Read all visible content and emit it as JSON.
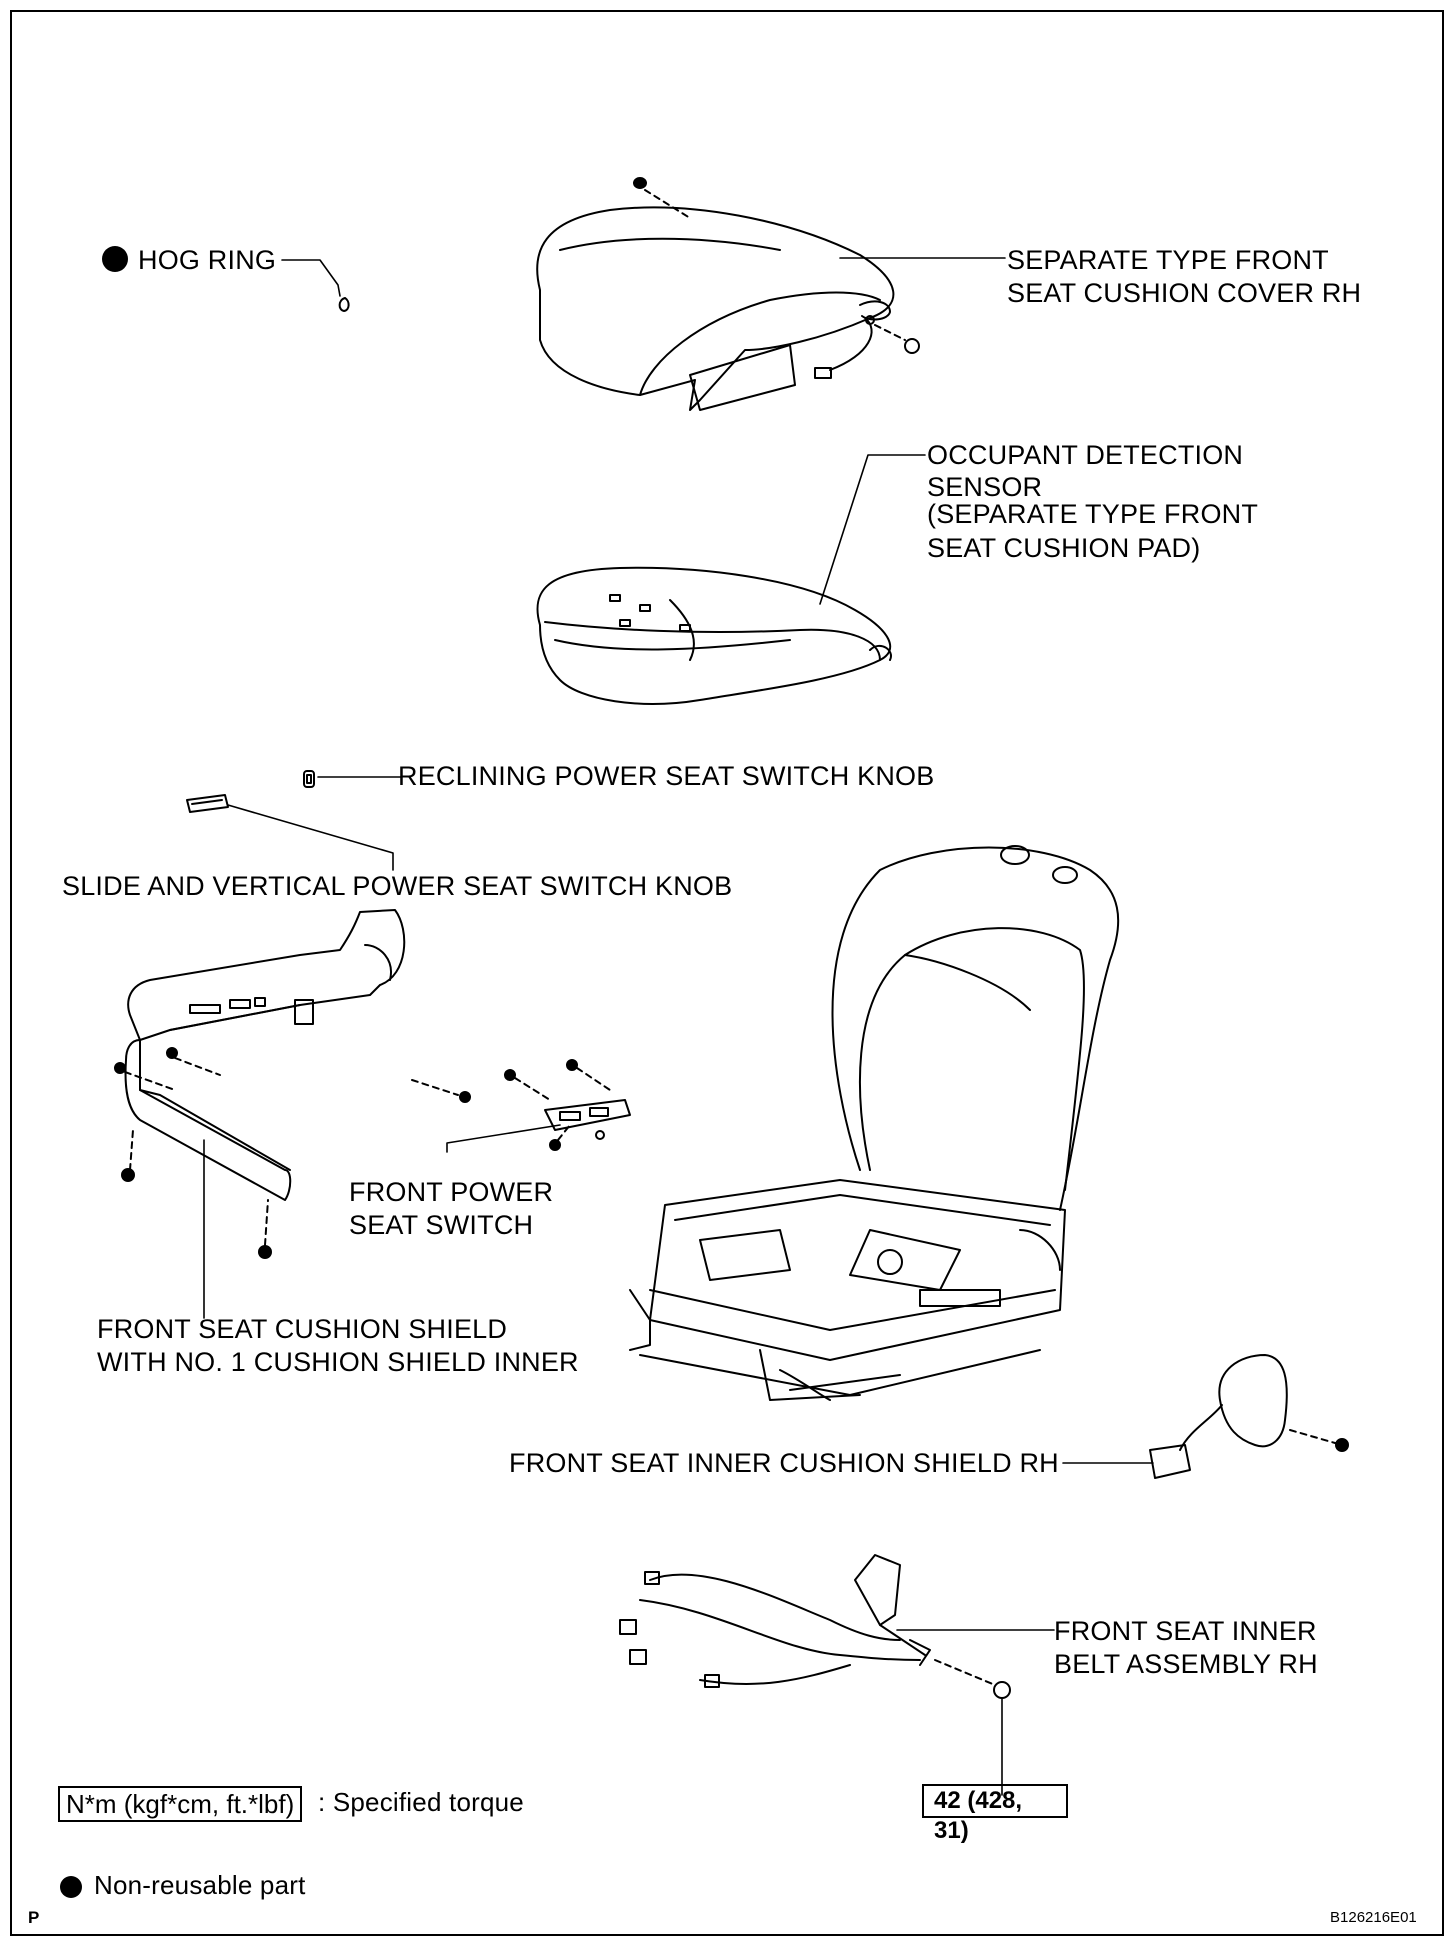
{
  "labels": {
    "hog_ring": "HOG RING",
    "seat_cushion_cover_l1": "SEPARATE TYPE FRONT",
    "seat_cushion_cover_l2": "SEAT CUSHION COVER RH",
    "ods_l1": "OCCUPANT DETECTION",
    "ods_l2": "SENSOR",
    "ods_l3": "(SEPARATE TYPE FRONT",
    "ods_l4": "SEAT CUSHION PAD)",
    "reclining_knob": "RECLINING POWER SEAT SWITCH KNOB",
    "slide_knob": "SLIDE AND VERTICAL POWER SEAT SWITCH KNOB",
    "power_switch_l1": "FRONT POWER",
    "power_switch_l2": "SEAT SWITCH",
    "cushion_shield_l1": "FRONT SEAT CUSHION SHIELD",
    "cushion_shield_l2": "WITH NO. 1 CUSHION SHIELD INNER",
    "inner_shield": "FRONT SEAT INNER CUSHION SHIELD RH",
    "inner_belt_l1": "FRONT SEAT INNER",
    "inner_belt_l2": "BELT ASSEMBLY RH"
  },
  "torque": "42 (428, 31)",
  "legend": {
    "torque_box": "N*m (kgf*cm, ft.*lbf)",
    "torque_text": ": Specified torque",
    "nonreusable_text": "Non-reusable part"
  },
  "footer": {
    "left": "P",
    "right": "B126216E01"
  },
  "icons": {
    "nonreusable": "filled-circle-icon"
  }
}
